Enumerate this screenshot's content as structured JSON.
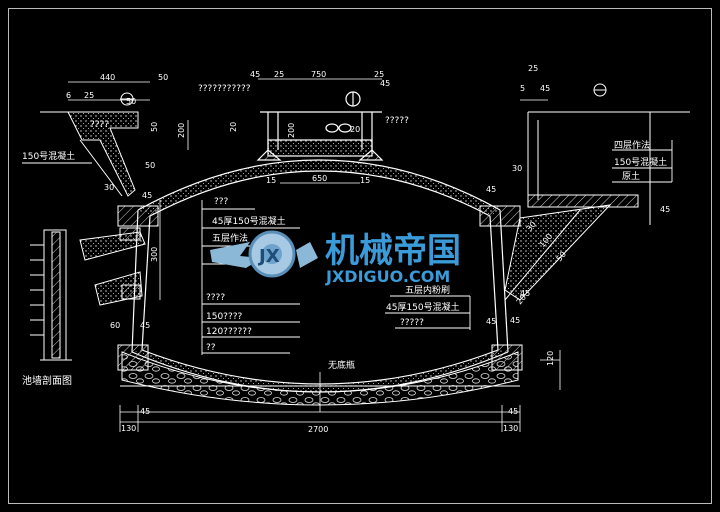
{
  "dims_top_left": {
    "d440": "440",
    "d50": "50",
    "d25": "25",
    "d6": "6"
  },
  "dims_top_mid": {
    "d45": "45",
    "d25": "25",
    "d750": "750",
    "d25b": "25",
    "d45b": "45"
  },
  "dims_top_right": {
    "d25": "25",
    "d5": "5",
    "d45": "45"
  },
  "labels": {
    "top_mid_note": "???????????",
    "left_corner_note": "????",
    "left_concrete": "150号混凝土",
    "mid_note_a": "?????",
    "dim_20": "20",
    "dim_650": "650",
    "dim_15a": "15",
    "dim_15b": "15",
    "dim_200": "200",
    "dim_200b": "200",
    "dim_20b": "20",
    "dim_50": "50",
    "dim_50b": "50",
    "dim_30": "30",
    "dim_50c": "50",
    "dim_45a": "45",
    "dim_30b": "30",
    "dim_45b": "45",
    "roof_q": "???",
    "roof_45": "45厚150号混凝土",
    "roof_5": "五层作法",
    "right_4": "四层作法",
    "right_150": "150号混凝土",
    "right_soil": "原土",
    "right_5": "五层内粉刷",
    "right_45": "45厚150号混凝土",
    "right_q": "?????",
    "left_q1": "????",
    "left_150": "150????",
    "left_120": "120??????",
    "left_qq": "??",
    "bottom_wu": "无底瓶",
    "pit_caption": "池墙剖面图",
    "dim_2700": "2700",
    "dim_130a": "130",
    "dim_130b": "130",
    "dim_45c": "45",
    "dim_45d": "45",
    "dim_45e": "45",
    "dim_45f": "45",
    "dim_120": "120",
    "dim_60": "60",
    "dim_45g": "45",
    "dim_45h": "45",
    "dim_45i": "45",
    "dim_100": "100",
    "dim_30c": "30",
    "dim_50d": "50",
    "dim_20c": "20",
    "dim_300": "300"
  },
  "watermark": {
    "cn": "机械帝国",
    "en": "JXDIGUO.COM",
    "logo": "JX"
  },
  "colors": {
    "line": "#ffffff",
    "accent": "#ffff33",
    "hatch": "#d0d0d0",
    "watermark": "#3b9ad8"
  }
}
